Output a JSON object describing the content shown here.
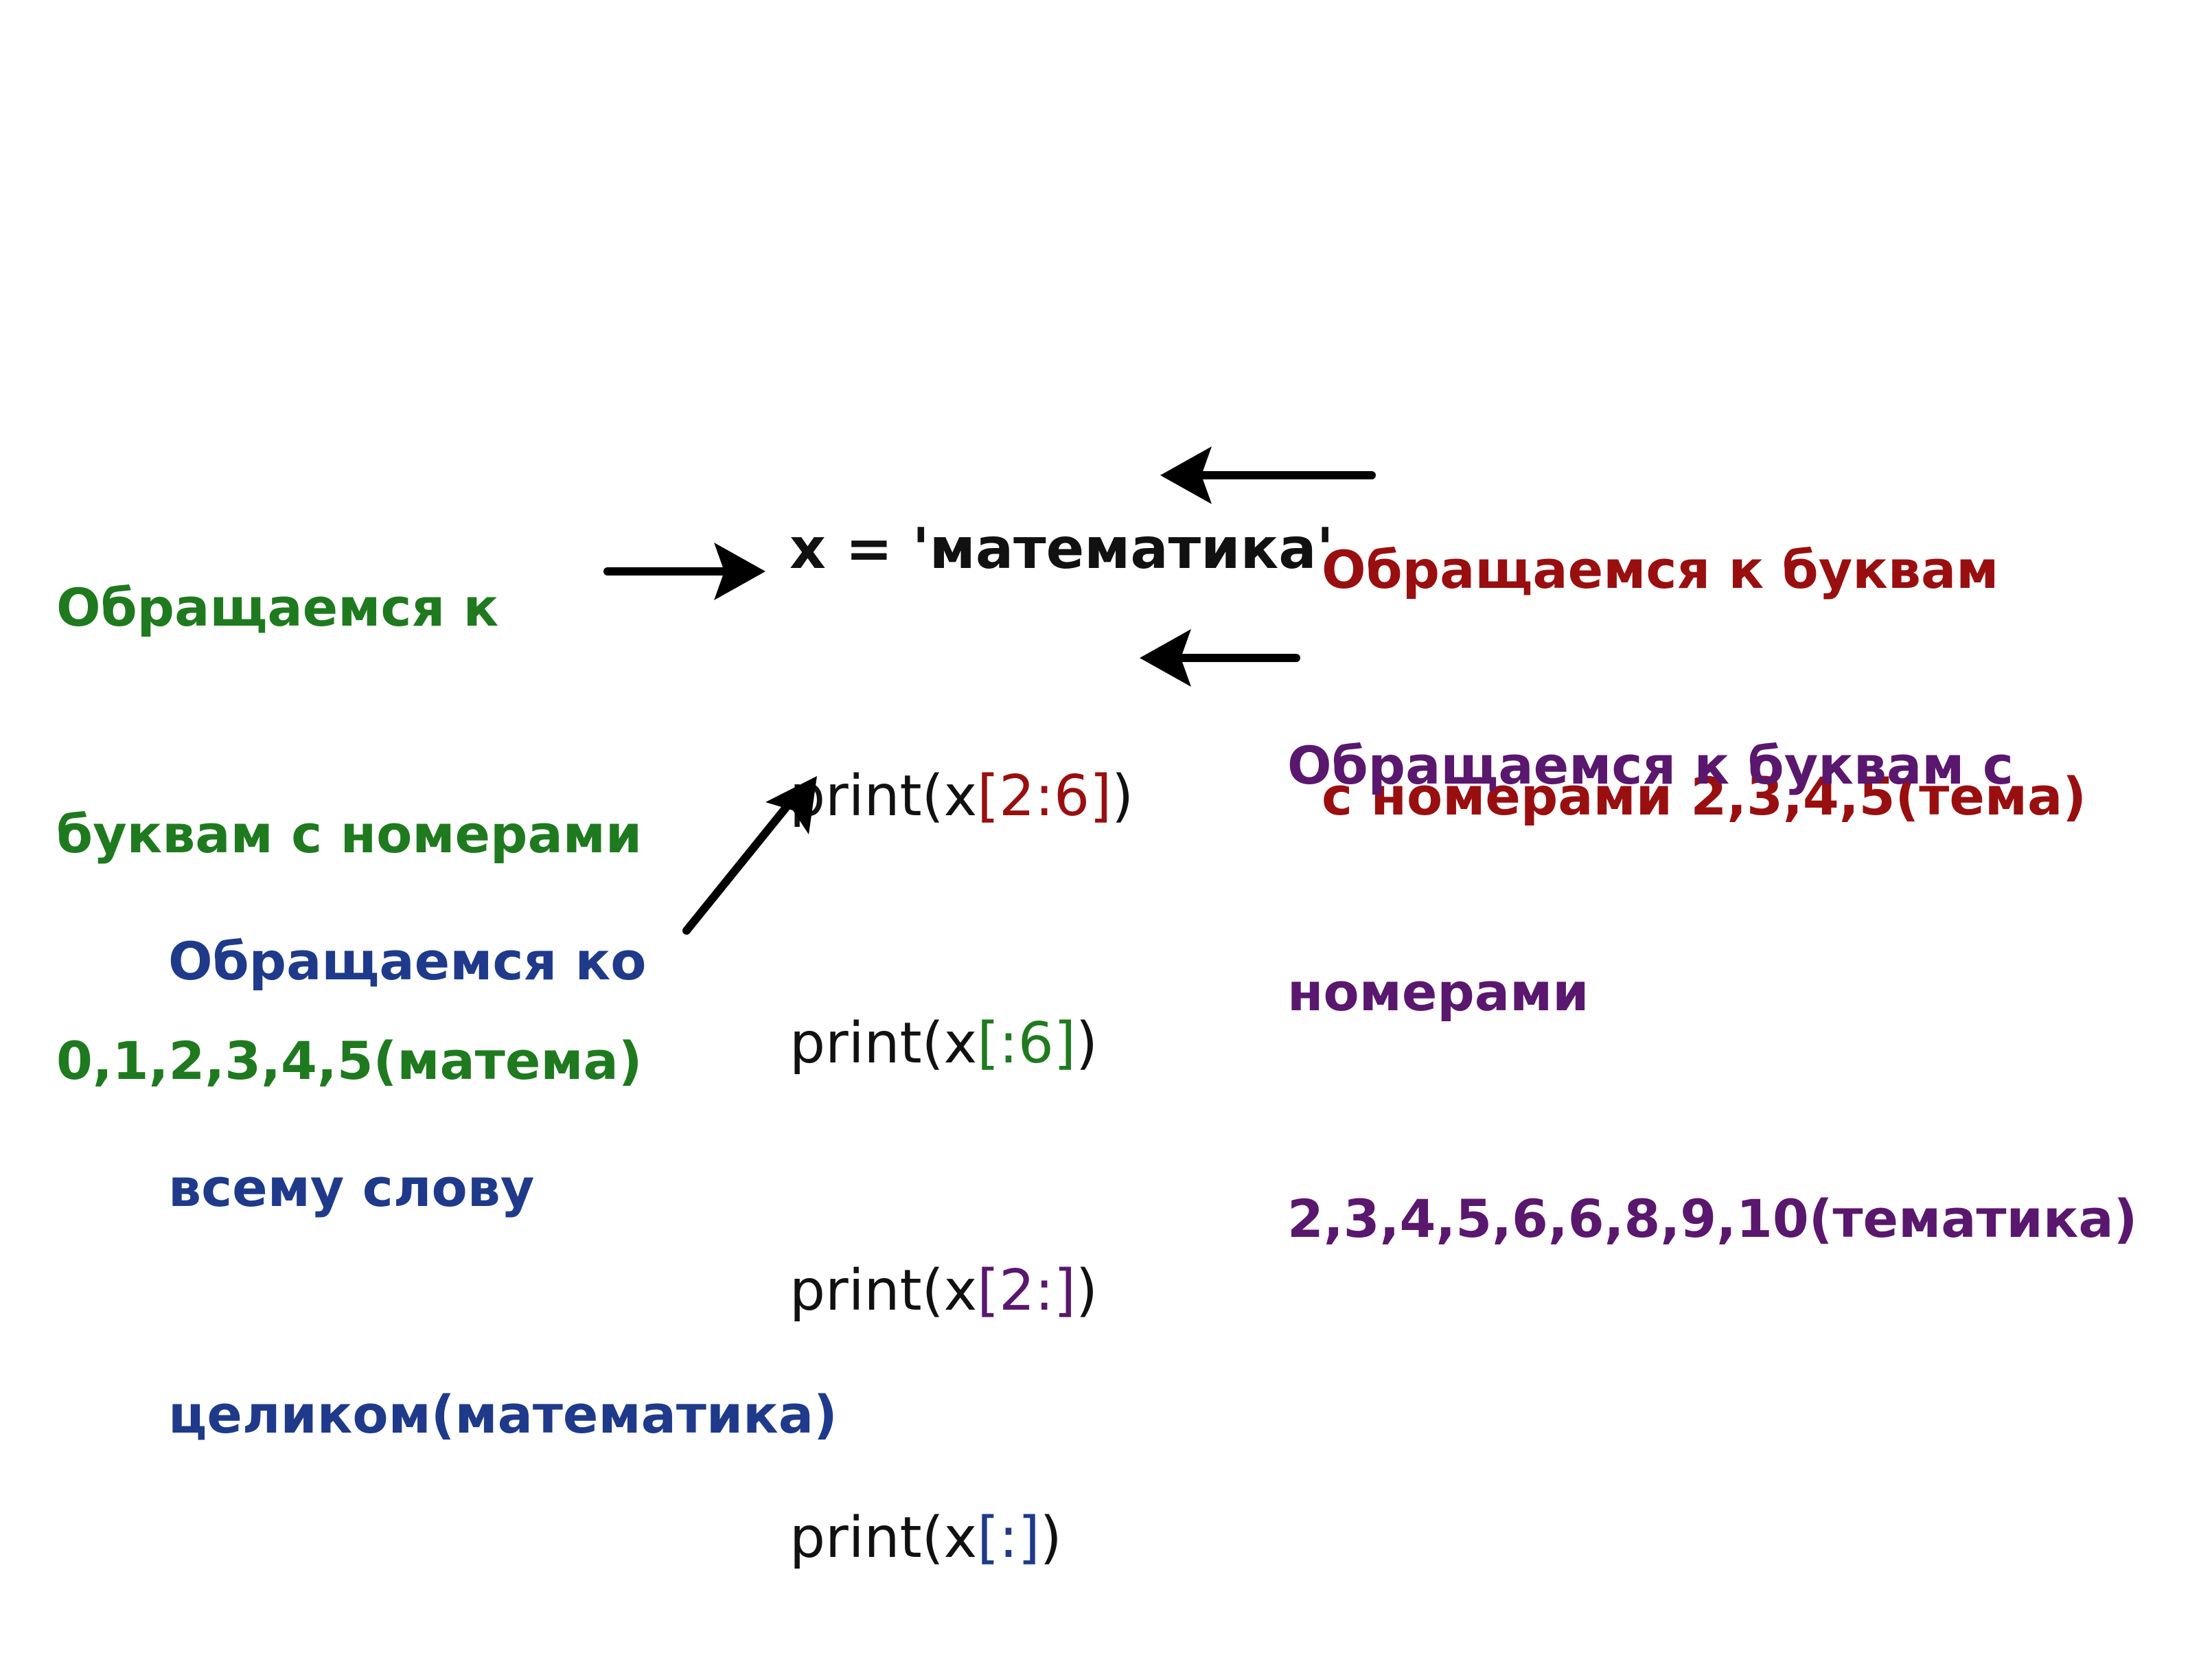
{
  "code": {
    "line1": "x = 'математика'",
    "line2": {
      "prefix": "print(x",
      "slice": "[2:6]",
      "suffix": ")",
      "slice_color": "#990f10"
    },
    "line3": {
      "prefix": "print(x",
      "slice": "[:6]",
      "suffix": ")",
      "slice_color": "#1f7a1f"
    },
    "line4": {
      "prefix": "print(x",
      "slice": "[2:]",
      "suffix": ")",
      "slice_color": "#5a176e"
    },
    "line5": {
      "prefix": "print(x",
      "slice": "[:]",
      "suffix": ")",
      "slice_color": "#1f3a8a"
    }
  },
  "notes": {
    "green": {
      "color": "#1f7a1f",
      "lines": [
        "Обращаемся к",
        "буквам с номерами",
        "0,1,2,3,4,5(матема)"
      ]
    },
    "red": {
      "color": "#990f10",
      "lines": [
        "Обращаемся к буквам",
        "с номерами 2,3,4,5(тема)"
      ]
    },
    "purple": {
      "color": "#5a176e",
      "lines": [
        "Обращаемся к буквам с",
        "номерами",
        "2,3,4,5,6,6,8,9,10(тематика)"
      ]
    },
    "blue": {
      "color": "#1f3a8a",
      "lines": [
        "Обращаемся ко",
        "всему слову",
        "целиком(математика)"
      ]
    }
  }
}
